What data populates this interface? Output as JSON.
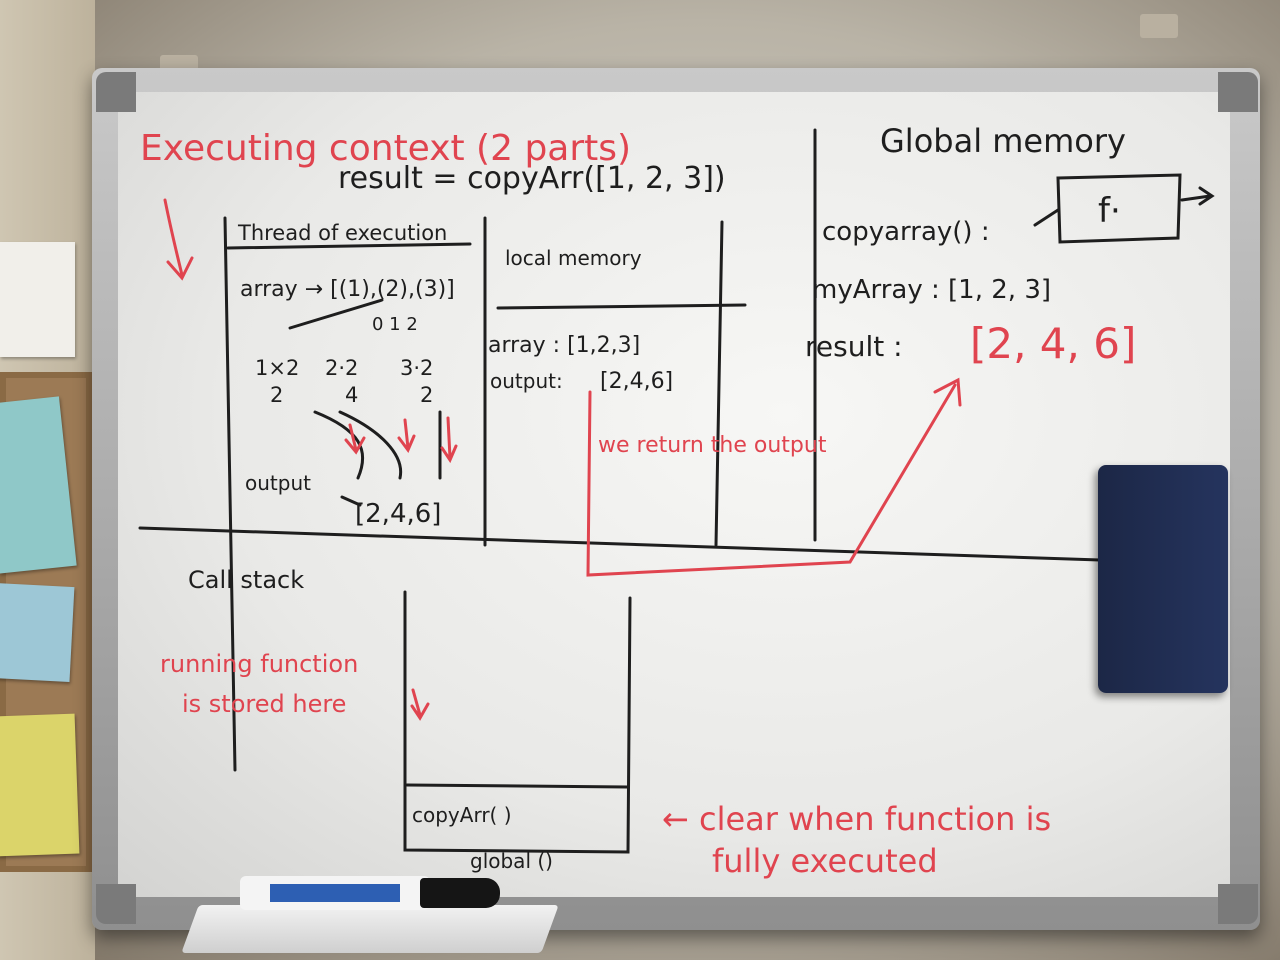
{
  "board": {
    "execution_heading": "Executing context (2 parts)",
    "result_assignment": "result = copyArr([1, 2, 3])",
    "thread_heading": "Thread of execution",
    "array_line": "array → [(1),(2),(3)]",
    "array_indices": "0   1   2",
    "calc_1": "1×2",
    "calc_1_result": "2",
    "calc_2": "2·2",
    "calc_2_result": "4",
    "calc_3": "3·2",
    "calc_3_result": "2",
    "output_label": "output",
    "output_value": "[2,4,6]",
    "local_memory_heading": "local memory",
    "local_array": "array : [1,2,3]",
    "local_output_label": "output:",
    "local_output_value": "[2,4,6]",
    "we_return_note": "we return the output",
    "global_memory_heading": "Global memory",
    "copyarray_label": "copyarray() :",
    "function_box": "f·",
    "myarray_label": "myArray : [1, 2, 3]",
    "result_label": "result :",
    "result_value": "[2, 4, 6]",
    "call_stack_heading": "Call stack",
    "running_note_line1": "running function",
    "running_note_line2": "is stored here",
    "stack_item_top": "copyArr( )",
    "stack_item_bottom": "global ()",
    "clear_note_line1": "← clear when function is",
    "clear_note_line2": "fully executed"
  },
  "colors": {
    "red_marker": "#e0444f",
    "black_marker": "#1e1e1e",
    "eraser": "#1c2746"
  }
}
